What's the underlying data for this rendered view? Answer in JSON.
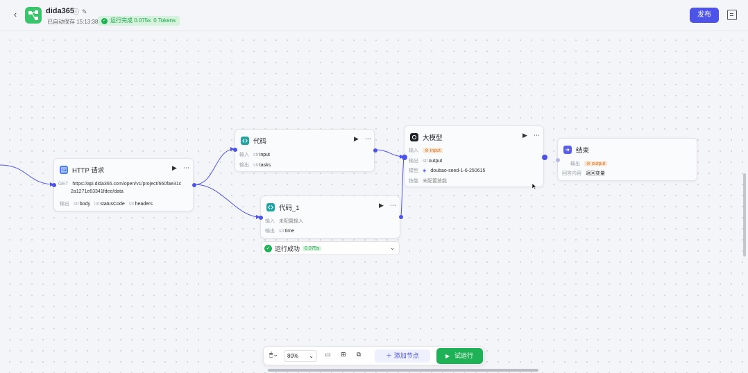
{
  "header": {
    "back_label": "‹",
    "app_name": "dida365",
    "saved_label": "已自动保存 15:13:38",
    "run_status": "运行完成 0.075s",
    "tokens": "0 Tokens",
    "publish_label": "发布"
  },
  "nodes": {
    "http": {
      "title": "HTTP 请求",
      "method": "GET",
      "url_line1": "https://api.dida365.com/open/v1/project/660fae31c",
      "url_line2": "2a1271e63341fdee/data",
      "output_label": "输出",
      "outputs": [
        "body",
        "statusCode",
        "headers"
      ]
    },
    "code": {
      "title": "代码",
      "input_label": "输入",
      "input_value": "input",
      "output_label": "输出",
      "output_value": "tasks"
    },
    "code1": {
      "title": "代码_1",
      "input_label": "输入",
      "input_value": "未配置输入",
      "output_label": "输出",
      "output_value": "time"
    },
    "llm": {
      "title": "大模型",
      "input_label": "输入",
      "input_value": "input",
      "output_label": "输出",
      "output_value": "output",
      "model_label": "模型",
      "model_value": "doubao-seed-1-6-250615",
      "skill_label": "技能",
      "skill_value": "未配置技能"
    },
    "end": {
      "title": "结束",
      "output_label": "输出",
      "output_value": "output",
      "answer_label": "回答内容",
      "answer_value": "返回变量"
    }
  },
  "run_result": {
    "label": "运行成功",
    "time": "0.075s"
  },
  "toolbar": {
    "zoom": "80%",
    "add_node_label": "添加节点",
    "trial_run_label": "试运行"
  },
  "colors": {
    "accent": "#4d53e8",
    "success": "#1fb155",
    "http_icon": "#4a7dfc",
    "code_icon": "#1fa3a3"
  }
}
